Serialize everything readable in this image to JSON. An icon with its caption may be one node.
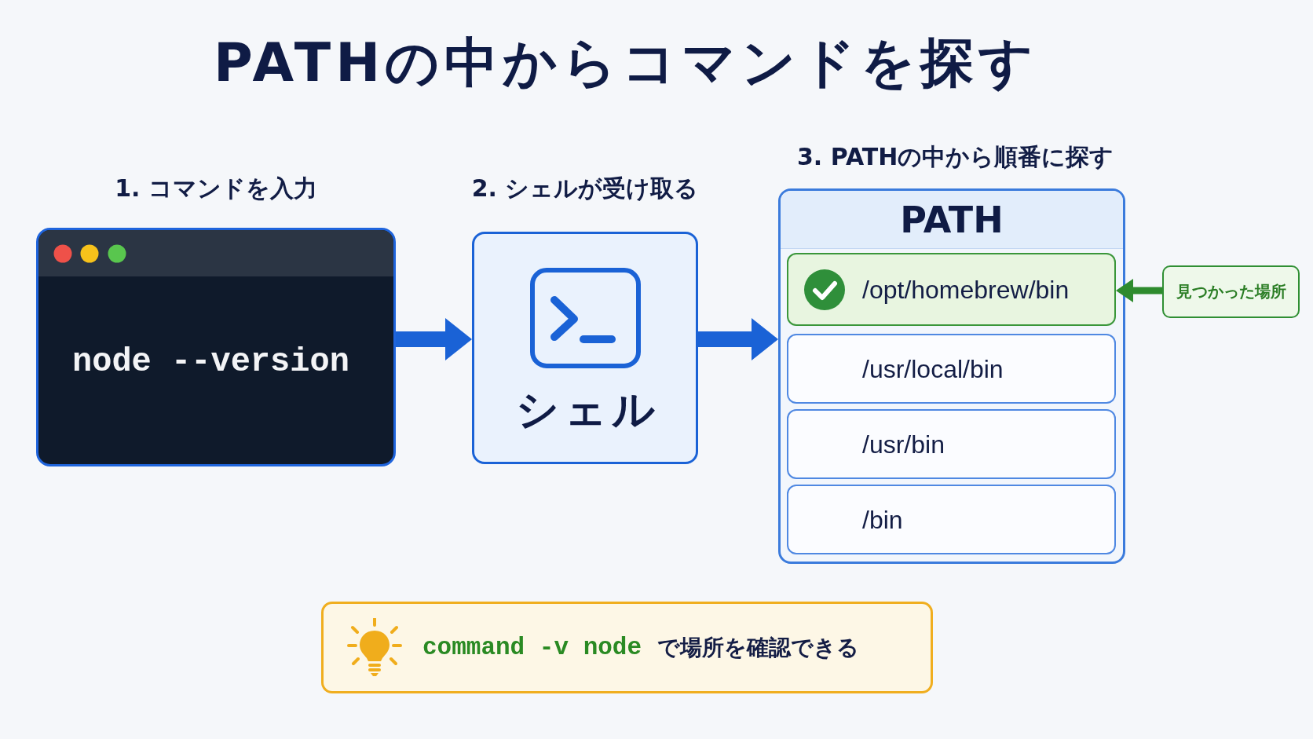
{
  "diagram": {
    "title": "PATHの中からコマンドを探す",
    "nodes": [
      {
        "text": [
          "1. コマンドを入力",
          "node --version"
        ]
      },
      {
        "text": [
          "2. シェルが受け取る",
          "シェル"
        ]
      },
      {
        "text": [
          "3. PATHの中から順番に探す",
          "PATH"
        ]
      },
      {
        "text": [
          "/opt/homebrew/bin"
        ],
        "in": 2
      },
      {
        "text": [
          "/usr/local/bin"
        ],
        "in": 2
      },
      {
        "text": [
          "/usr/bin"
        ],
        "in": 2
      },
      {
        "text": [
          "/bin"
        ],
        "in": 2
      },
      {
        "text": [
          "見つかった場所"
        ]
      },
      {
        "text": [
          "command -v node",
          "で場所を確認できる"
        ]
      }
    ],
    "edges": [
      {
        "from": 0,
        "to": 1,
        "arrow": "to"
      },
      {
        "from": 1,
        "to": 2,
        "arrow": "to"
      },
      {
        "from": 7,
        "to": 3,
        "arrow": "to",
        "color": "#2e8b2e"
      }
    ]
  }
}
